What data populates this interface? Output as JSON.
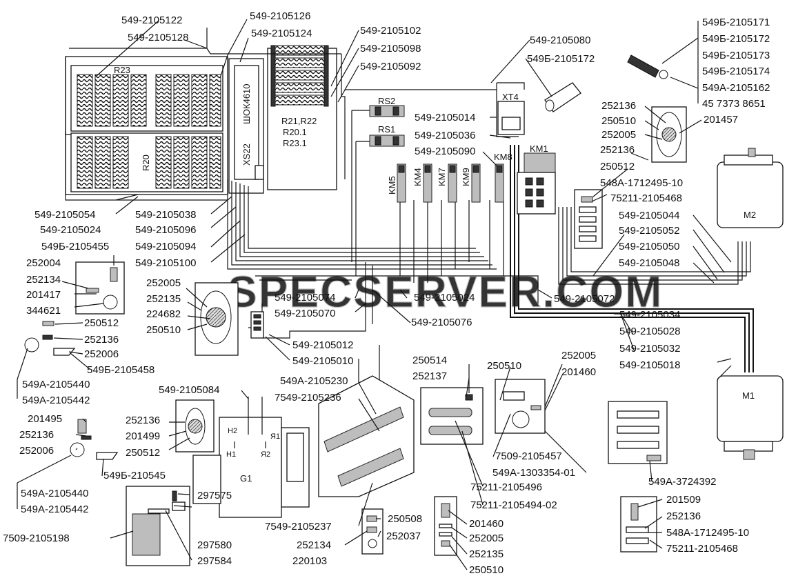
{
  "watermark": "SPECSERVER.COM",
  "component_labels": {
    "r23": "R23",
    "r20": "R20",
    "shok": "ШОК4610",
    "xs22": "XS22",
    "r_group": [
      "R21,R22",
      "R20.1",
      "R23.1"
    ],
    "rs2": "RS2",
    "rs1": "RS1",
    "xt4": "XT4",
    "km1": "KM1",
    "km5": "KM5",
    "km4": "KM4",
    "km7": "KM7",
    "km9": "KM9",
    "km8": "KM8",
    "m1": "M1",
    "m2": "M2",
    "g1": "G1",
    "h2": "H2",
    "h1": "H1",
    "ya1": "Я1",
    "ya2": "Я2"
  },
  "part_labels": {
    "p_2105122": "549-2105122",
    "p_2105126": "549-2105126",
    "p_2105128": "549-2105128",
    "p_2105124": "549-2105124",
    "p_2105102": "549-2105102",
    "p_2105098": "549-2105098",
    "p_2105092": "549-2105092",
    "p_2105080": "549-2105080",
    "p_b2105172_a": "549Б-2105172",
    "p_b2105171": "549Б-2105171",
    "p_b2105172_b": "549Б-2105172",
    "p_b2105173": "549Б-2105173",
    "p_b2105174": "549Б-2105174",
    "p_a2105162": "549А-2105162",
    "p_4573738651": "45 7373 8651",
    "p_252136_a": "252136",
    "p_250510_a": "250510",
    "p_252005_a": "252005",
    "p_201457": "201457",
    "p_252136_b": "252136",
    "p_250512_a": "250512",
    "p_548a_a": "548А-1712495-10",
    "p_75211_a": "75211-2105468",
    "p_2105014": "549-2105014",
    "p_2105036": "549-2105036",
    "p_2105090": "549-2105090",
    "p_2105044": "549-2105044",
    "p_2105052": "549-2105052",
    "p_2105050": "549-2105050",
    "p_2105048": "549-2105048",
    "p_2105054": "549-2105054",
    "p_2105024_a": "549-2105024",
    "p_2105038": "549-2105038",
    "p_2105096": "549-2105096",
    "p_2105094": "549-2105094",
    "p_2105100": "549-2105100",
    "p_b2105455": "549Б-2105455",
    "p_252004": "252004",
    "p_252134_a": "252134",
    "p_201417": "201417",
    "p_344621": "344621",
    "p_252005_b": "252005",
    "p_252135_a": "252135",
    "p_224682": "224682",
    "p_250510_b": "250510",
    "p_2105074": "549-2105074",
    "p_2105070": "549-2105070",
    "p_2105024_b": "549-2105024",
    "p_2105076": "549-2105076",
    "p_2105072": "549-2105072",
    "p_250512_b": "250512",
    "p_252136_c": "252136",
    "p_252006_a": "252006",
    "p_b2105458": "549Б-2105458",
    "p_2105012": "549-2105012",
    "p_2105010": "549-2105010",
    "p_2105034": "549-2105034",
    "p_2105028": "549-2105028",
    "p_2105032": "549-2105032",
    "p_2105018": "549-2105018",
    "p_a2105440_a": "549А-2105440",
    "p_a2105442_a": "549А-2105442",
    "p_2105084": "549-2105084",
    "p_a2105230": "549А-2105230",
    "p_7549_2105236": "7549-2105236",
    "p_250514": "250514",
    "p_252137": "252137",
    "p_250510_c": "250510",
    "p_252005_c": "252005",
    "p_201460_a": "201460",
    "p_201495": "201495",
    "p_252136_d": "252136",
    "p_252006_b": "252006",
    "p_252136_e": "252136",
    "p_201499": "201499",
    "p_250512_c": "250512",
    "p_b210545": "549Б-210545",
    "p_7509_2105457": "7509-2105457",
    "p_a1303354": "549А-1303354-01",
    "p_a3724392": "549А-3724392",
    "p_75211_2105496": "75211-2105496",
    "p_75211_2105494": "75211-2105494-02",
    "p_a2105440_b": "549А-2105440",
    "p_a2105442_b": "549А-2105442",
    "p_201509": "201509",
    "p_252136_f": "252136",
    "p_548a_b": "548А-1712495-10",
    "p_75211_b": "75211-2105468",
    "p_7509_2105198": "7509-2105198",
    "p_297575": "297575",
    "p_297580": "297580",
    "p_297584": "297584",
    "p_7549_2105237": "7549-2105237",
    "p_250508": "250508",
    "p_252037": "252037",
    "p_252134_b": "252134",
    "p_220103": "220103",
    "p_201460_b": "201460",
    "p_252005_d": "252005",
    "p_252135_b": "252135",
    "p_250510_d": "250510"
  }
}
